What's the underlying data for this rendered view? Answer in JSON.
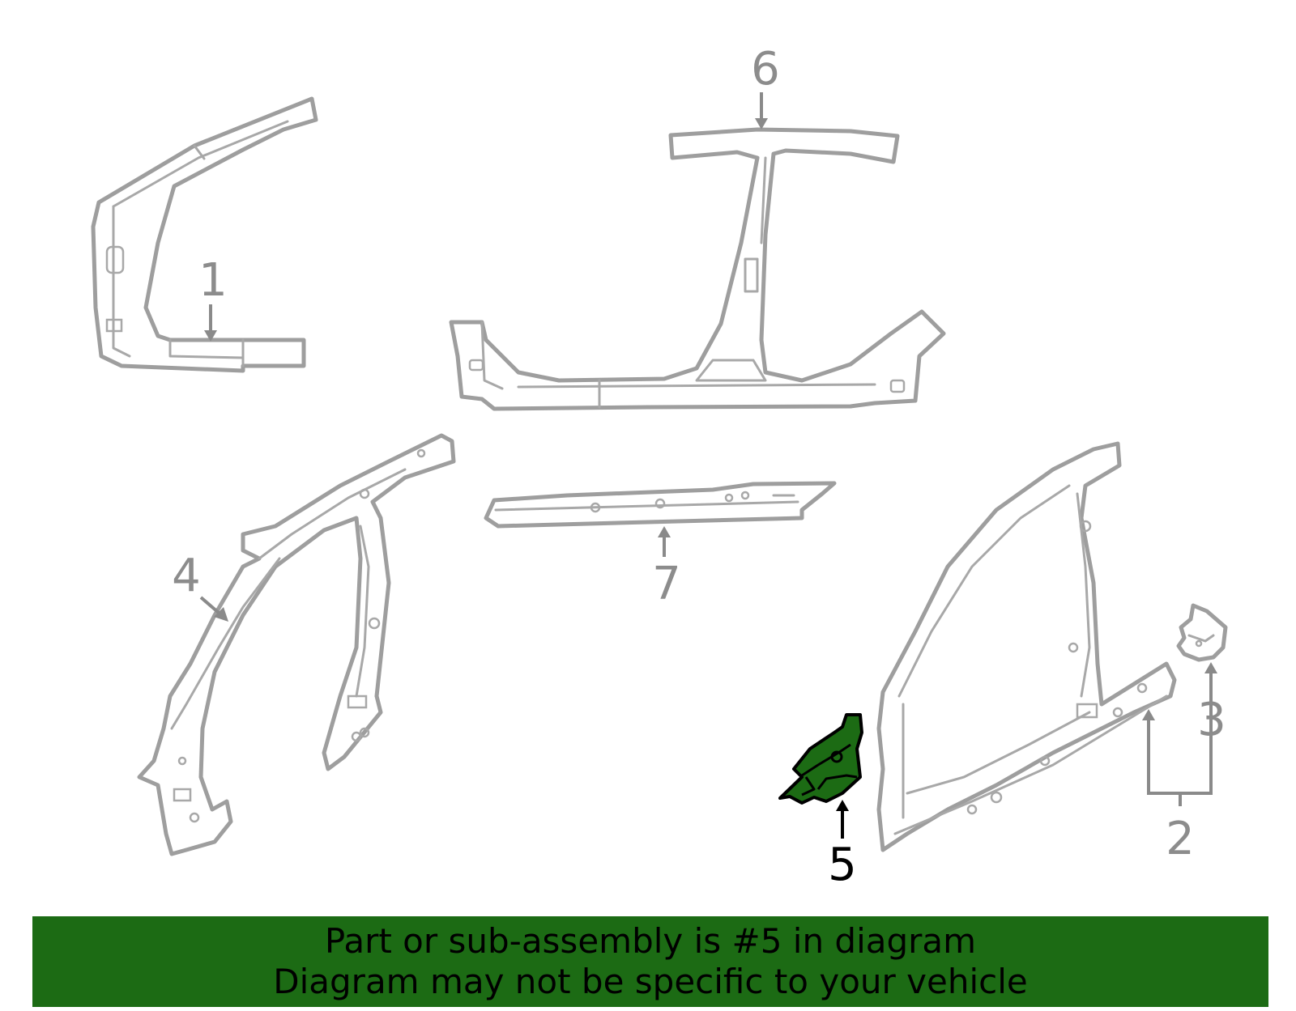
{
  "diagram": {
    "callouts": {
      "c1": "1",
      "c2": "2",
      "c3": "3",
      "c4": "4",
      "c5": "5",
      "c6": "6",
      "c7": "7"
    },
    "highlighted_part": "5",
    "colors": {
      "part_outline": "#9e9e9e",
      "highlight_fill": "#1c6b14",
      "banner_background": "#1c6b14"
    }
  },
  "banner": {
    "line1": "Part or sub-assembly is #5 in diagram",
    "line2": "Diagram may not be specific to your vehicle"
  }
}
